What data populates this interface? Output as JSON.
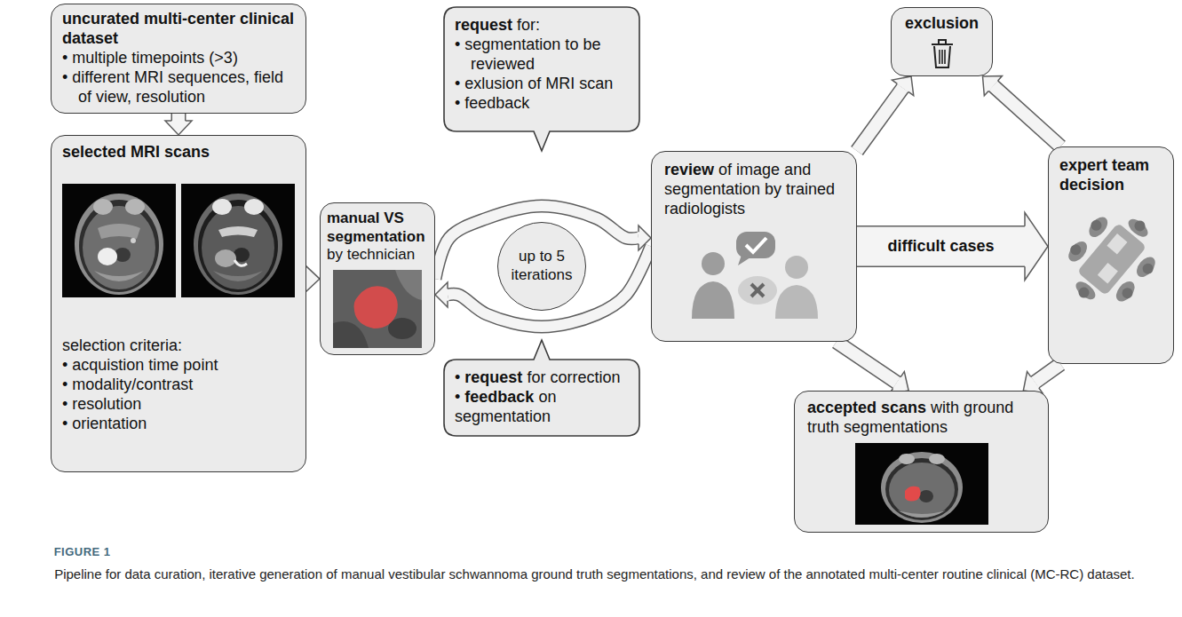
{
  "diagram": {
    "caption": "Pipeline for data curation, iterative generation of manual vestibular schwannoma ground truth segmentations, and review of the annotated multi-center routine clinical (MC-RC) dataset.",
    "nodes": [
      {
        "text": [
          "uncurated multi-center clinical dataset",
          "• multiple timepoints (>3)",
          "• different MRI sequences, field of view, resolution"
        ]
      },
      {
        "text": [
          "selected MRI scans",
          "selection criteria:",
          "• acquistion time point",
          "• modality/contrast",
          "• resolution",
          "• orientation"
        ]
      },
      {
        "text": [
          "manual VS segmentation",
          "by technician"
        ]
      },
      {
        "text": [
          "request",
          "for:",
          "• segmentation to be reviewed",
          "• exlusion of MRI scan",
          "• feedback"
        ]
      },
      {
        "text": [
          "up to 5 iterations"
        ]
      },
      {
        "text": [
          "•",
          "request",
          "for correction",
          "•",
          "feedback",
          "on segmentation"
        ]
      },
      {
        "text": [
          "review",
          "of image and segmentation by trained radiologists"
        ]
      },
      {
        "text": [
          "exclusion"
        ]
      },
      {
        "text": [
          "expert team decision"
        ]
      },
      {
        "text": [
          "accepted scans",
          "with ground truth segmentations"
        ]
      }
    ],
    "edges": [
      {
        "from": 0,
        "to": 1,
        "arrow": "to"
      },
      {
        "from": 1,
        "to": 2,
        "arrow": "to"
      },
      {
        "from": 2,
        "to": 6,
        "arrow": "to"
      },
      {
        "from": 6,
        "to": 2,
        "arrow": "to"
      },
      {
        "from": 6,
        "to": 7,
        "arrow": "to"
      },
      {
        "from": 6,
        "to": 8,
        "label": "difficult cases",
        "arrow": "to"
      },
      {
        "from": 6,
        "to": 9,
        "arrow": "to"
      },
      {
        "from": 8,
        "to": 7,
        "arrow": "to"
      },
      {
        "from": 8,
        "to": 9,
        "arrow": "to"
      }
    ],
    "labels": [
      "FIGURE 1"
    ]
  }
}
